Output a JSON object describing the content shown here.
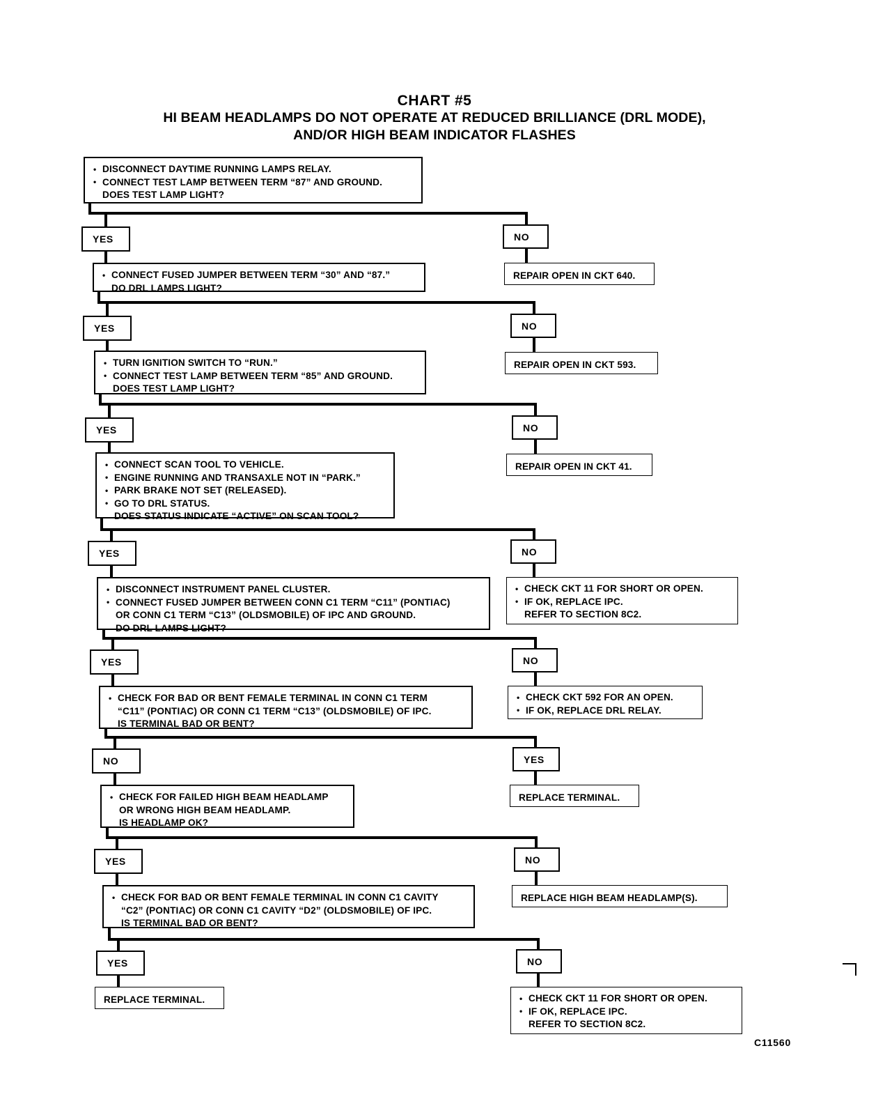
{
  "document": {
    "chart_number": "CHART #5",
    "title_line1": "HI BEAM HEADLAMPS DO NOT OPERATE AT REDUCED BRILLIANCE (DRL MODE),",
    "title_line2": "AND/OR HIGH BEAM INDICATOR FLASHES",
    "drawing_number": "C11560"
  },
  "labels": {
    "yes": "YES",
    "no": "NO"
  },
  "steps": {
    "step1": {
      "line1": "DISCONNECT DAYTIME RUNNING LAMPS RELAY.",
      "line2": "CONNECT TEST LAMP BETWEEN TERM “87” AND GROUND.",
      "line3": "DOES TEST LAMP LIGHT?"
    },
    "step2": {
      "line1": "CONNECT FUSED JUMPER BETWEEN TERM “30” AND “87.”",
      "line2": "DO DRL LAMPS LIGHT?"
    },
    "step3": {
      "line1": "TURN IGNITION SWITCH TO “RUN.”",
      "line2": "CONNECT TEST LAMP BETWEEN TERM “85” AND GROUND.",
      "line3": "DOES TEST LAMP LIGHT?"
    },
    "step4": {
      "line1": "CONNECT SCAN TOOL TO VEHICLE.",
      "line2": "ENGINE RUNNING AND TRANSAXLE NOT IN “PARK.”",
      "line3": "PARK BRAKE NOT SET (RELEASED).",
      "line4": "GO TO DRL STATUS.",
      "line5": "DOES STATUS INDICATE “ACTIVE” ON SCAN TOOL?"
    },
    "step5": {
      "line1": "DISCONNECT INSTRUMENT PANEL CLUSTER.",
      "line2": "CONNECT FUSED JUMPER BETWEEN CONN C1 TERM “C11” (PONTIAC)",
      "line3": "OR CONN C1 TERM “C13” (OLDSMOBILE) OF IPC AND GROUND.",
      "line4": "DO DRL LAMPS LIGHT?"
    },
    "step6": {
      "line1": "CHECK FOR BAD OR BENT FEMALE TERMINAL IN CONN C1 TERM",
      "line2": "“C11” (PONTIAC) OR CONN C1 TERM “C13” (OLDSMOBILE) OF IPC.",
      "line3": "IS TERMINAL BAD OR BENT?"
    },
    "step7": {
      "line1": "CHECK FOR FAILED HIGH BEAM HEADLAMP",
      "line2": "OR WRONG HIGH BEAM HEADLAMP.",
      "line3": "IS HEADLAMP OK?"
    },
    "step8": {
      "line1": "CHECK FOR BAD OR BENT FEMALE TERMINAL IN CONN C1 CAVITY",
      "line2": "“C2” (PONTIAC) OR CONN C1 CAVITY “D2” (OLDSMOBILE) OF IPC.",
      "line3": "IS TERMINAL BAD OR BENT?"
    }
  },
  "results": {
    "repair_ckt_640": "REPAIR OPEN IN CKT 640.",
    "repair_ckt_593": "REPAIR OPEN IN CKT 593.",
    "repair_ckt_41": "REPAIR OPEN IN CKT 41.",
    "check_ckt_11_a": {
      "line1": "CHECK CKT 11 FOR SHORT OR OPEN.",
      "line2": "IF OK, REPLACE IPC.",
      "line3": "REFER TO SECTION 8C2."
    },
    "check_ckt_592": {
      "line1": "CHECK CKT 592 FOR AN OPEN.",
      "line2": "IF OK, REPLACE DRL RELAY."
    },
    "replace_terminal_right": "REPLACE TERMINAL.",
    "replace_headlamps": "REPLACE HIGH BEAM HEADLAMP(S).",
    "replace_terminal_bottom": "REPLACE TERMINAL.",
    "check_ckt_11_b": {
      "line1": "CHECK CKT 11 FOR SHORT OR OPEN.",
      "line2": "IF OK, REPLACE IPC.",
      "line3": "REFER TO SECTION 8C2."
    }
  }
}
